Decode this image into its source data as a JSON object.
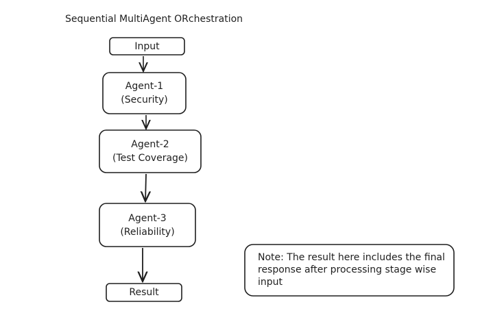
{
  "title": "Sequential MultiAgent ORchestration",
  "nodes": {
    "input": {
      "label": "Input"
    },
    "agent1": {
      "line1": "Agent-1",
      "line2": "(Security)"
    },
    "agent2": {
      "line1": "Agent-2",
      "line2": "(Test Coverage)"
    },
    "agent3": {
      "line1": "Agent-3",
      "line2": "(Reliability)"
    },
    "result": {
      "label": "Result"
    }
  },
  "note": {
    "text": "Note: The result here includes the final response after processing stage wise input"
  },
  "colors": {
    "stroke": "#1e1e1e",
    "background": "#ffffff"
  }
}
